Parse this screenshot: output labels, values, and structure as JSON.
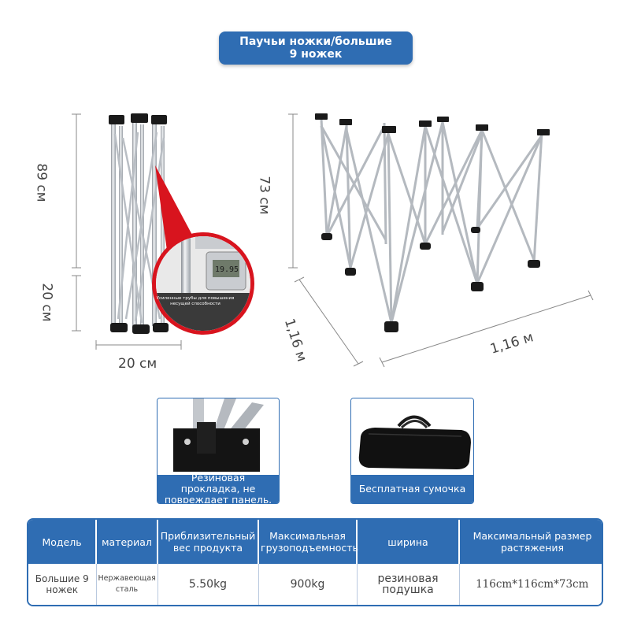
{
  "title": {
    "line1": "Паучьи ножки/большие",
    "line2": "9 ножек"
  },
  "dimensions": {
    "folded_height": "89 см",
    "folded_bottom": "20 см",
    "folded_width": "20 см",
    "open_height": "73 см",
    "open_depth": "1,16 м",
    "open_width": "1,16 м"
  },
  "callout": {
    "caliper_reading": "19.95",
    "text": "Усиленные трубы для повышения несущей способности"
  },
  "cards": {
    "rubber_pad": "Резиновая прокладка, не повреждает панель.",
    "free_bag": "Бесплатная сумочка"
  },
  "colors": {
    "accent": "#2f6db3",
    "callout_red": "#d8141e"
  },
  "table": {
    "headers": [
      "Модель",
      "материал",
      "Приблизительный вес продукта",
      "Максимальная грузоподъемность",
      "ширина",
      "Максимальный размер растяжения"
    ],
    "row": [
      "Большие 9 ножек",
      "Нержавеющая сталь",
      "5.50kg",
      "900kg",
      "резиновая подушка",
      "116cm*116cm*73cm"
    ]
  }
}
